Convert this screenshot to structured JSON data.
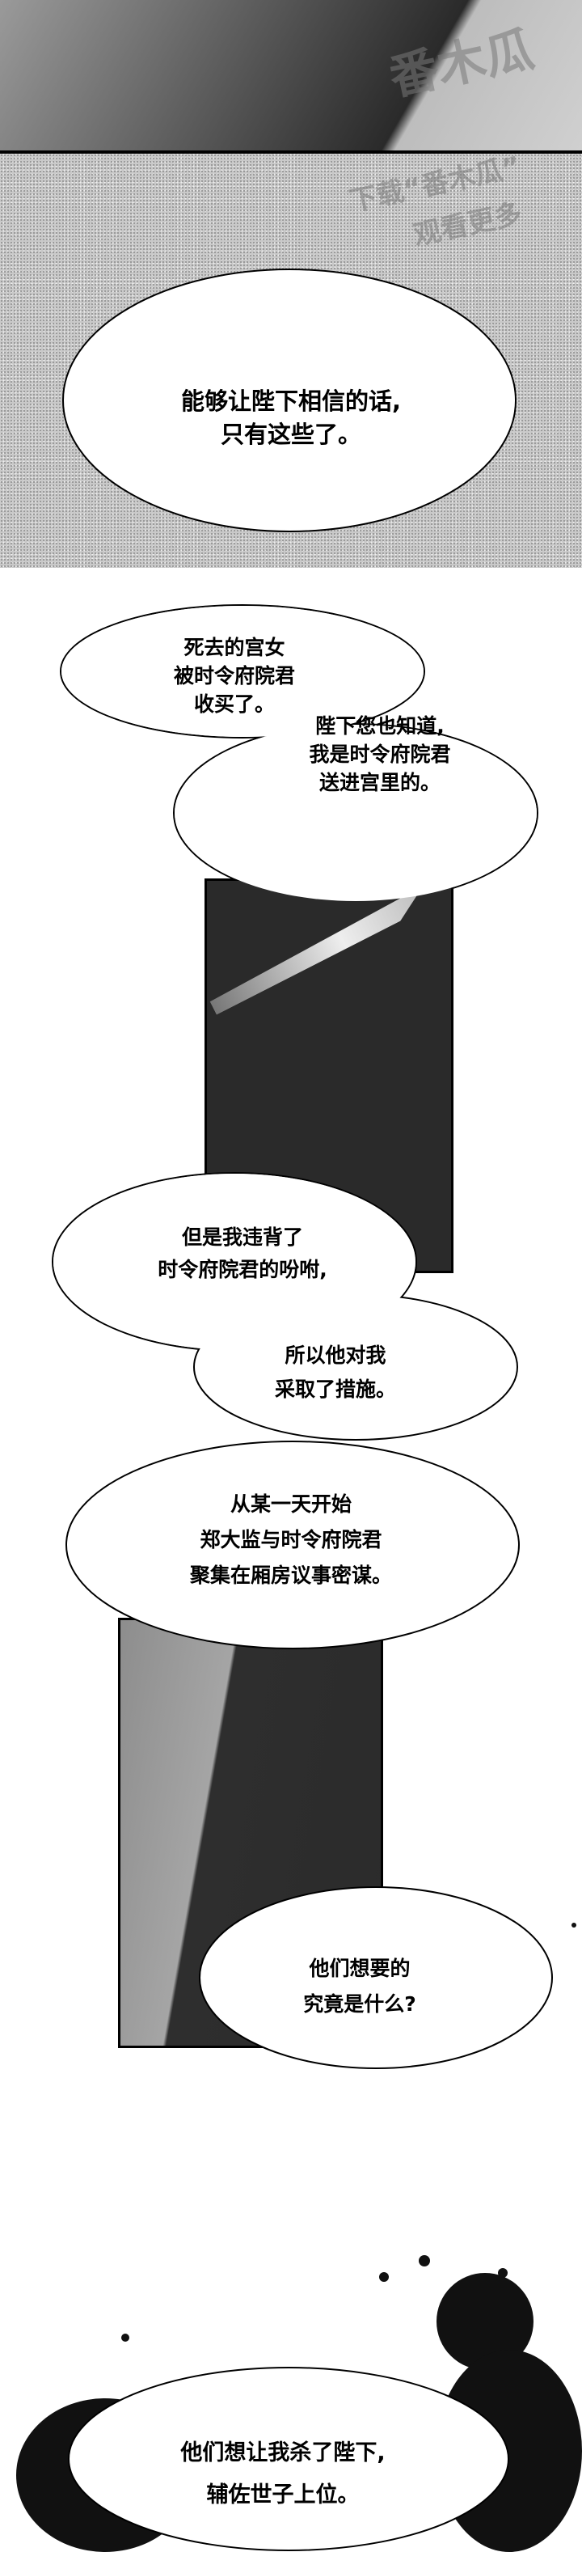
{
  "watermark": {
    "logo": "番木瓜",
    "line1": "下载“番木瓜”",
    "line2": "观看更多"
  },
  "bubbles": [
    {
      "lines": [
        "能够让陛下相信的话,",
        "只有这些了。"
      ]
    },
    {
      "lines": [
        "死去的宫女",
        "被时令府院君",
        "收买了。"
      ]
    },
    {
      "lines": [
        "陛下您也知道,",
        "我是时令府院君",
        "送进宫里的。"
      ]
    },
    {
      "lines": [
        "但是我违背了",
        "时令府院君的吩咐,"
      ]
    },
    {
      "lines": [
        "所以他对我",
        "采取了措施。"
      ]
    },
    {
      "lines": [
        "从某一天开始",
        "郑大监与时令府院君",
        "聚集在厢房议事密谋。"
      ]
    },
    {
      "lines": [
        "他们想要的",
        "究竟是什么?"
      ]
    },
    {
      "lines": [
        "他们想让我杀了陛下,",
        "辅佐世子上位。"
      ]
    }
  ]
}
